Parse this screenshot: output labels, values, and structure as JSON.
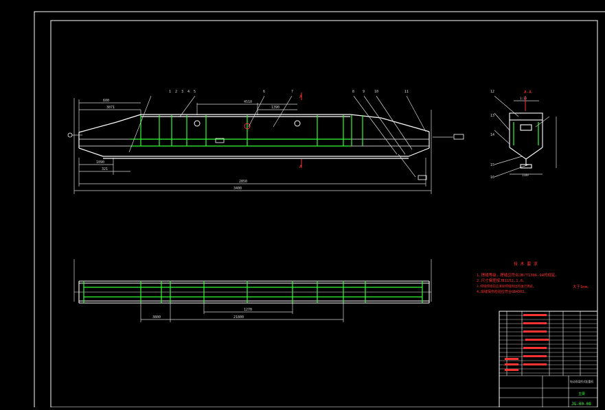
{
  "colors": {
    "background": "#000000",
    "frame": "#ffffff",
    "structure": "#ffffff",
    "stiffener": "#33ff33",
    "dimension": "#d8d8d8",
    "callout": "#d8d8d8",
    "section_mark": "#ff3333",
    "notes": "#ff3333",
    "title_block_lines": "#ffffff",
    "title_block_fill": "#ff3333",
    "title_block_accent": "#33ff33"
  },
  "front_view": {
    "dims": {
      "overall": "3400",
      "flange_len": "2850",
      "left_top": "600",
      "left_step": "3071",
      "top_span": "4510",
      "top_mid": "1390",
      "bottom_left": "1090",
      "bottom_left2": "321"
    },
    "callouts": [
      "1",
      "2",
      "3",
      "4",
      "5",
      "6",
      "7",
      "8",
      "9",
      "10",
      "11"
    ],
    "section_label": "A"
  },
  "section_view": {
    "title": "A-A",
    "dims": {
      "top": "1:10",
      "bottom": "1189"
    },
    "callouts": [
      "12",
      "13",
      "14",
      "15",
      "16"
    ]
  },
  "plan_view": {
    "dims": {
      "left": "3800",
      "mid": "1270",
      "span": "21800"
    }
  },
  "notes": {
    "title": "技 术 要 求",
    "lines": [
      "1.焊缝等级，焊缝应符合JB/T1306-94的规定。",
      "2.尺寸偏差按JB1152.1.6。",
      "3.焊缝焊接前应清除焊缝周边的油污锈迹。",
      "4.焊缝探伤检验应符合GB4303。"
    ],
    "side_note": "大于1mm。"
  },
  "title_block": {
    "drawing_number": "JG-00-08",
    "name": "主梁",
    "company": "电动双梁桥式起重机"
  }
}
